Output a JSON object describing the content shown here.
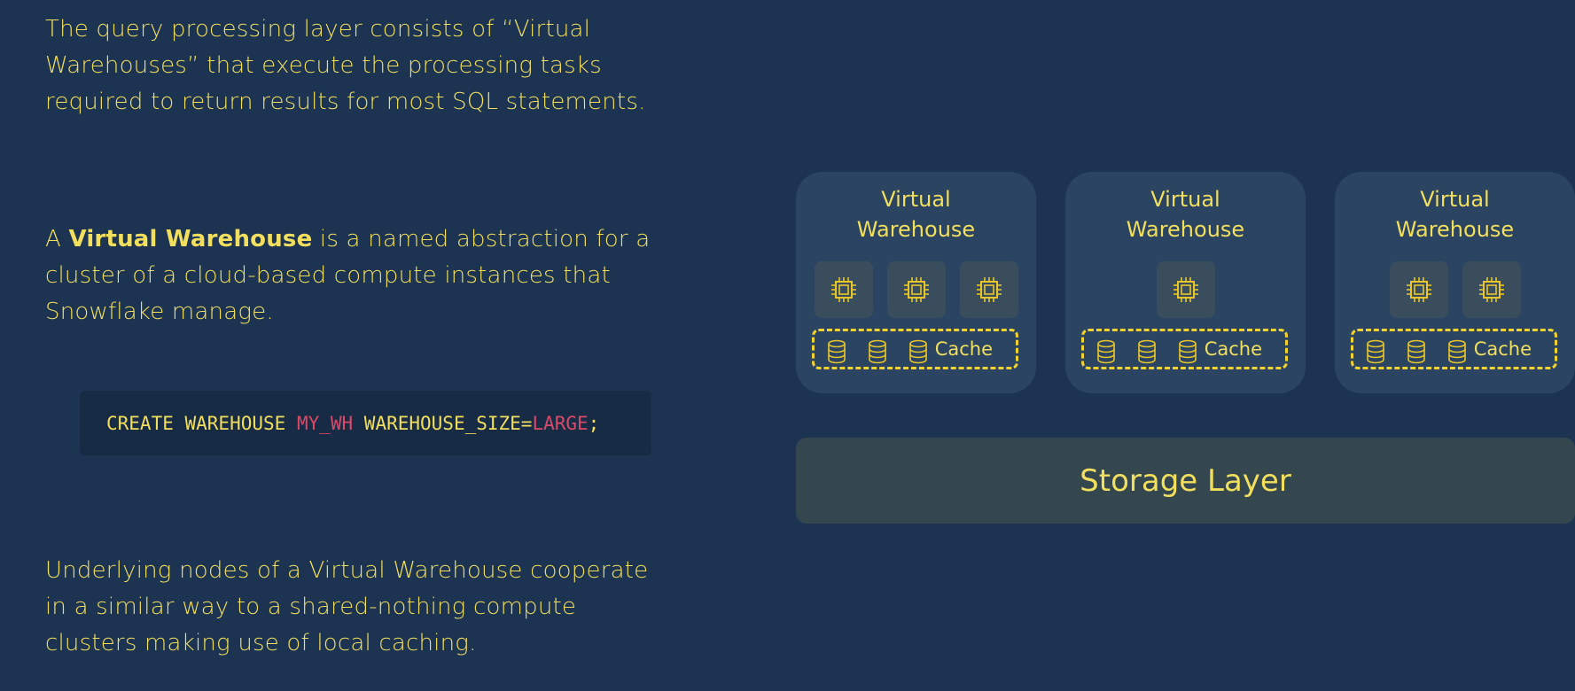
{
  "text": {
    "p1": "The query processing layer consists of “Virtual Warehouses” that execute the processing tasks required to return results for most SQL statements.",
    "p2_prefix": "A ",
    "p2_bold": "Virtual Warehouse",
    "p2_suffix": " is a named abstraction for a cluster of a cloud-based compute instances that Snowflake manage.",
    "p3": "Underlying nodes of a Virtual Warehouse cooperate in a similar way to a shared-nothing compute clusters making use of local caching."
  },
  "code": {
    "part1": "CREATE WAREHOUSE ",
    "part2": "MY_WH",
    "part3": " WAREHOUSE_SIZE=",
    "part4": "LARGE",
    "part5": ";"
  },
  "diagram": {
    "warehouse_title": "Virtual Warehouse",
    "cache_label": "Cache",
    "warehouses": [
      {
        "title": "Virtual\nWarehouse",
        "nodes": 3
      },
      {
        "title": "Virtual\nWarehouse",
        "nodes": 1
      },
      {
        "title": "Virtual\nWarehouse",
        "nodes": 2
      }
    ],
    "storage_label": "Storage Layer",
    "icons": {
      "node": "cpu-chip-icon",
      "cache": "database-icon"
    },
    "colors": {
      "background": "#1c3352",
      "accent": "#f2df5e",
      "highlight": "#d94a68"
    }
  }
}
